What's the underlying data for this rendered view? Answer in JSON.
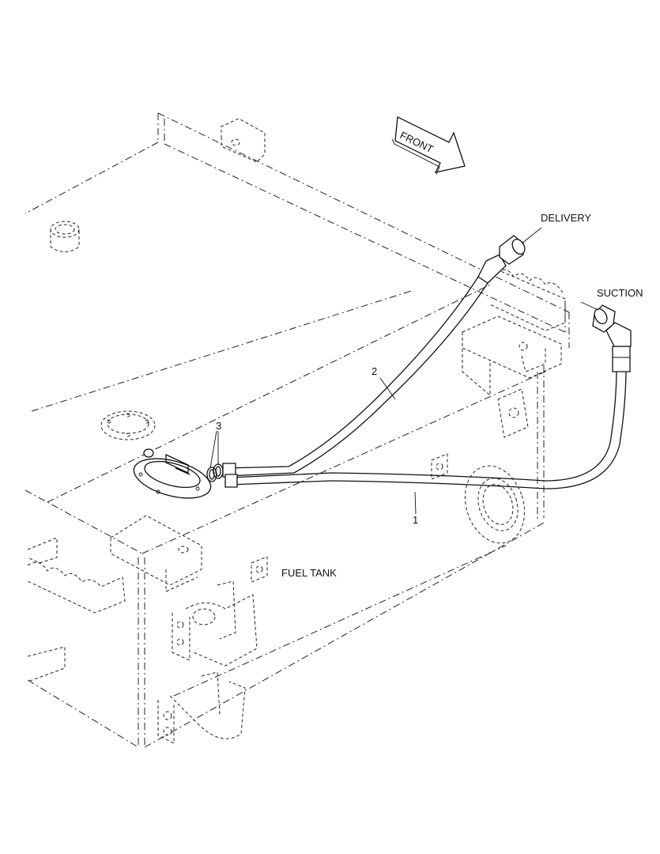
{
  "labels": {
    "front": "FRONT",
    "delivery": "DELIVERY",
    "suction": "SUCTION",
    "fuel_tank": "FUEL TANK"
  },
  "callouts": {
    "hose_1": "1",
    "hose_2": "2",
    "o_rings_3": "3"
  },
  "colors": {
    "line": "#111111",
    "background": "#ffffff"
  }
}
